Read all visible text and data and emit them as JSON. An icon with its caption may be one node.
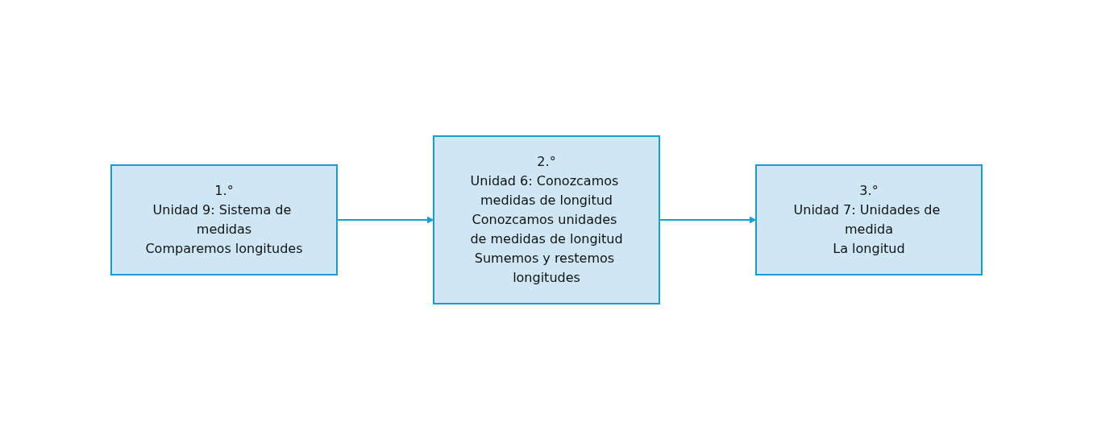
{
  "diagram": {
    "nodes": [
      {
        "text": [
          "1.°",
          "Unidad 9: Sistema de medidas",
          "Comparemos longitudes"
        ]
      },
      {
        "text": [
          "2.°",
          "Unidad 6: Conozcamos medidas de longitud",
          "Conozcamos unidades de medidas de longitud",
          "Sumemos y restemos longitudes"
        ]
      },
      {
        "text": [
          "3.°",
          "Unidad 7: Unidades de medida",
          "La longitud"
        ]
      }
    ],
    "edges": [
      {
        "from": 0,
        "to": 1,
        "arrow": "to"
      },
      {
        "from": 1,
        "to": 2,
        "arrow": "to"
      }
    ]
  }
}
